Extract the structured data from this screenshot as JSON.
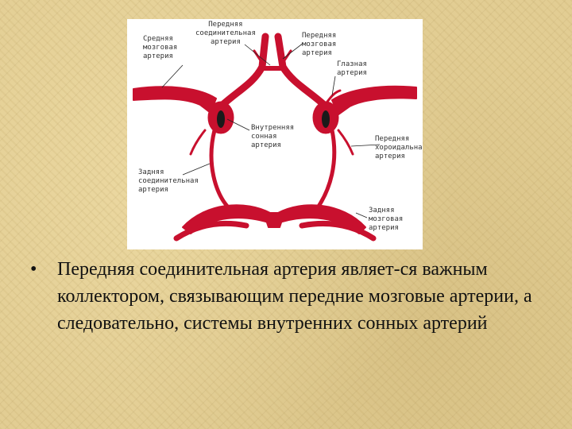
{
  "diagram": {
    "labels": {
      "middle_cerebral": "Средняя\nмозговая\nартерия",
      "anterior_communicating": "Передняя\nсоединительная\nартерия",
      "anterior_cerebral": "Передняя\nмозговая\nартерия",
      "ophthalmic": "Глазная\nартерия",
      "internal_carotid": "Внутренняя\nсонная\nартерия",
      "anterior_choroidal": "Передняя\nхороидальная\nартерия",
      "posterior_communicating": "Задняя\nсоединительная\nартерия",
      "posterior_cerebral": "Задняя\nмозговая\nартерия"
    },
    "colors": {
      "artery": "#c8102e",
      "leader": "#222222",
      "background": "#ffffff"
    }
  },
  "bullet": {
    "marker": "•",
    "text": "Передняя соединительная артерия являет-ся важным коллектором, связывающим передние мозговые артерии, а следовательно, системы внутренних сонных артерий"
  }
}
